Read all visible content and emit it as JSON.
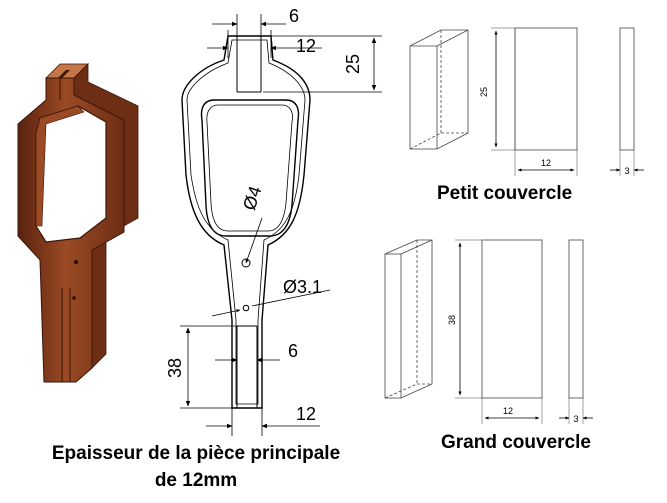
{
  "colors": {
    "wood_dark": "#6e2e14",
    "wood_mid": "#9a4a24",
    "wood_light": "#c47648",
    "line": "#000000",
    "thin_line": "#555555"
  },
  "drawing": {
    "dim_top_slot_outer": "6",
    "dim_top_slot_inner": "12",
    "dim_top_slot_height": "25",
    "dim_hole_large": "Ø4",
    "dim_hole_small": "Ø3.1",
    "dim_bottom_slot_height": "38",
    "dim_bottom_slot_inner": "6",
    "dim_bottom_slot_outer": "12"
  },
  "petit": {
    "title": "Petit couvercle",
    "dim_height": "25",
    "dim_width": "12",
    "dim_thickness": "3"
  },
  "grand": {
    "title": "Grand couvercle",
    "dim_height": "38",
    "dim_width": "12",
    "dim_thickness": "3"
  },
  "caption": {
    "line1": "Epaisseur de la pièce principale",
    "line2": "de 12mm"
  }
}
